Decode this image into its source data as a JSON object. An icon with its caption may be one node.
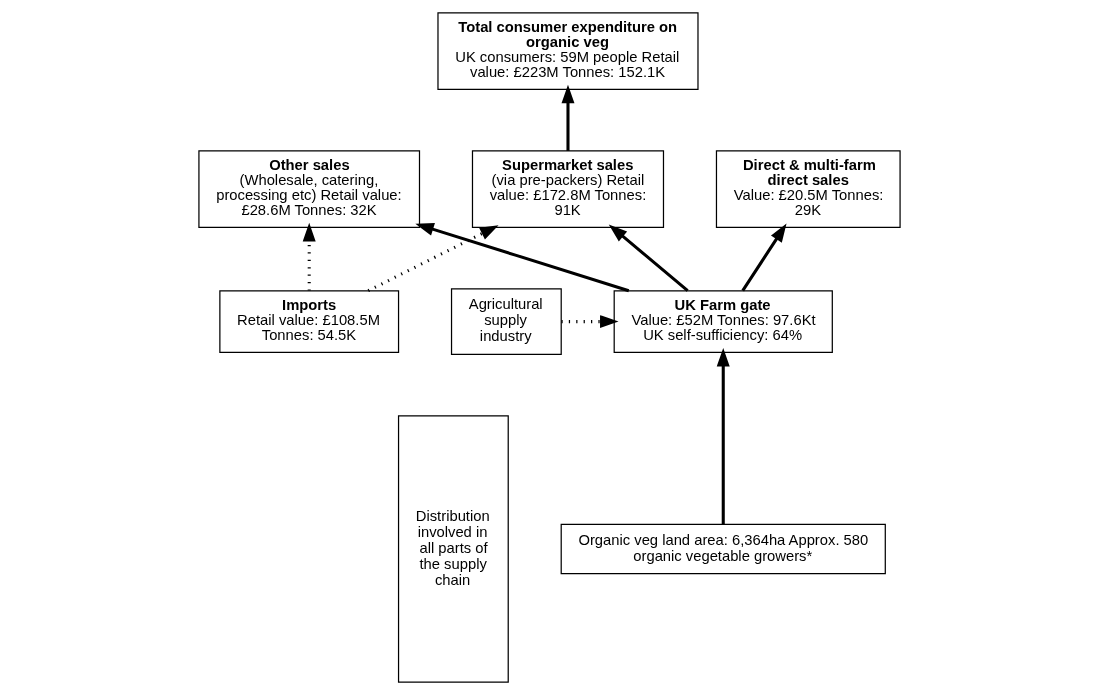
{
  "diagram": {
    "nodes": [
      {
        "text": [
          "Distribution involved in all parts of the supply chain"
        ]
      },
      {
        "text": [
          "Total consumer expenditure on organic veg",
          "UK consumers: 59M people Retail value: £223M Tonnes: 152.1K"
        ]
      },
      {
        "text": [
          "Direct & multi-farm direct sales",
          "Value: £20.5M Tonnes: 29K"
        ]
      },
      {
        "text": [
          "Supermarket sales",
          "(via pre-packers) Retail value: £172.8M Tonnes: 91K"
        ]
      },
      {
        "text": [
          "Other sales",
          "(Wholesale, catering, processing etc) Retail value: £28.6M Tonnes: 32K"
        ]
      },
      {
        "text": [
          "Imports",
          "Retail value: £108.5M Tonnes: 54.5K"
        ]
      },
      {
        "text": [
          "UK Farm gate",
          "Value: £52M Tonnes: 97.6Kt UK self-sufficiency: 64%"
        ]
      },
      {
        "text": [
          "Agricultural supply industry"
        ]
      },
      {
        "text": [
          "Organic veg land area: 6,364ha Approx. 580 organic vegetable growers*"
        ]
      }
    ],
    "edges": [
      {
        "from": 3,
        "to": 1,
        "arrow": "to"
      },
      {
        "from": 6,
        "to": 2,
        "arrow": "to"
      },
      {
        "from": 6,
        "to": 3,
        "arrow": "to"
      },
      {
        "from": 5,
        "to": 3,
        "arrow": "to",
        "style": "dashed"
      },
      {
        "from": 5,
        "to": 4,
        "arrow": "to",
        "style": "dashed"
      },
      {
        "from": 6,
        "to": 4,
        "arrow": "to"
      },
      {
        "from": 7,
        "to": 6,
        "arrow": "to",
        "style": "dashed"
      },
      {
        "from": 8,
        "to": 6,
        "arrow": "to"
      }
    ]
  }
}
